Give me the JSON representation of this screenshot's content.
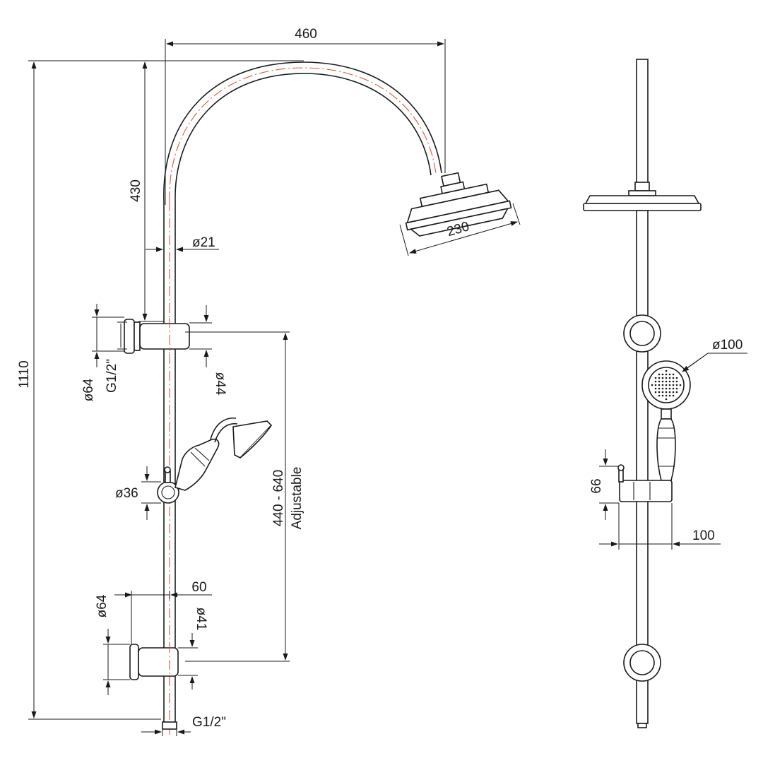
{
  "colors": {
    "line": "#1a1a1a",
    "axis": "#e0543a",
    "background": "#ffffff"
  },
  "front_view": {
    "dim_width": "460",
    "dim_total_height": "1110",
    "dim_arm_height": "430",
    "dim_pipe_dia": "ø21",
    "dim_head_dia": "230",
    "dim_bracket_dia": "ø64",
    "dim_bracket_thread": "G1/2\"",
    "dim_bracket_collar": "ø44",
    "dim_slider_dia": "ø36",
    "dim_adjustable_range": "440 - 640",
    "dim_adjustable_word": "Adjustable",
    "dim_lower_offset": "60",
    "dim_lower_bracket_dia": "ø64",
    "dim_lower_collar": "ø41",
    "dim_bottom_thread": "G1/2\""
  },
  "side_view": {
    "dim_hand_shower_dia": "ø100",
    "dim_holder_height": "66",
    "dim_holder_depth": "100"
  }
}
